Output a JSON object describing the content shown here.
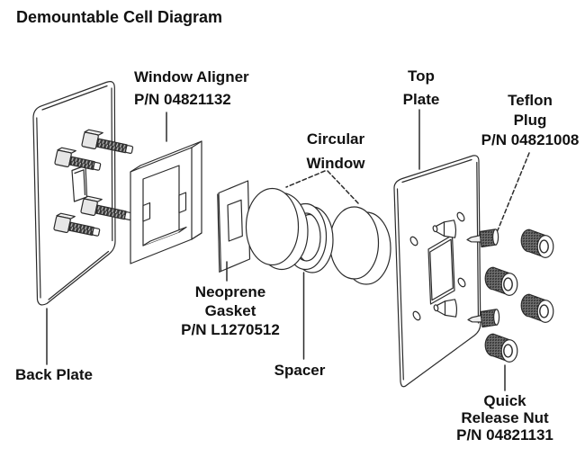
{
  "title": "Demountable Cell Diagram",
  "colors": {
    "line": "#2b2b2b",
    "background": "#ffffff",
    "bolt_shaft": "#4a4a4a"
  },
  "labels": {
    "window_aligner": {
      "lines": [
        "Window Aligner",
        "P/N 04821132"
      ]
    },
    "top_plate": {
      "lines": [
        "Top",
        "Plate"
      ]
    },
    "teflon_plug": {
      "lines": [
        "Teflon",
        "Plug",
        "P/N 04821008"
      ]
    },
    "circular_window": {
      "lines": [
        "Circular",
        "Window"
      ]
    },
    "neoprene_gasket": {
      "lines": [
        "Neoprene",
        "Gasket",
        "P/N L1270512"
      ]
    },
    "spacer": {
      "lines": [
        "Spacer"
      ]
    },
    "back_plate": {
      "lines": [
        "Back Plate"
      ]
    },
    "quick_release_nut": {
      "lines": [
        "Quick",
        "Release Nut",
        "P/N 04821131"
      ]
    }
  }
}
